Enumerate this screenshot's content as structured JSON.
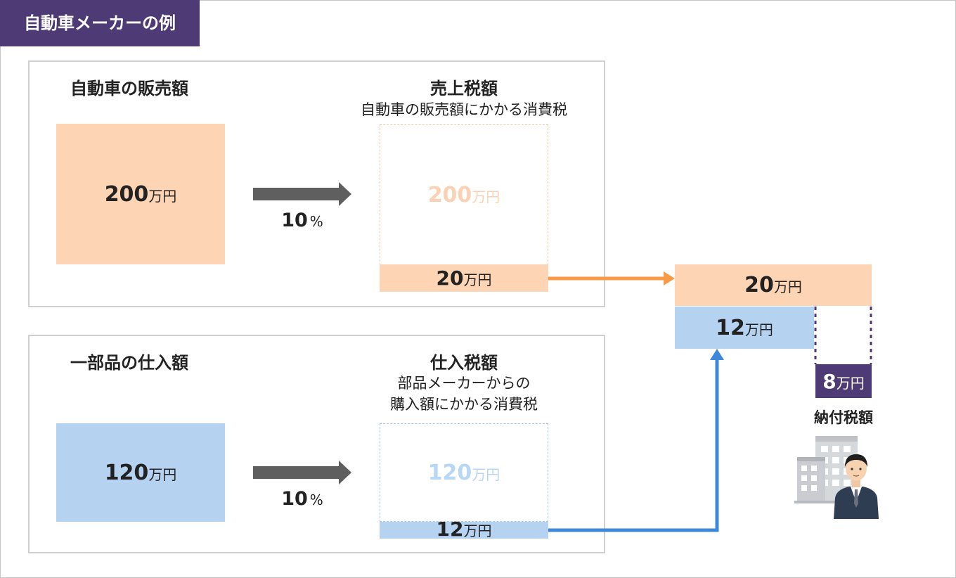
{
  "title": "自動車メーカーの例",
  "colors": {
    "tag": "#4e3a74",
    "sales_fill": "#fdd5b5",
    "sales_text_faded": "#fad2b3",
    "purchase_fill": "#b5d2f1",
    "purchase_text_faded": "#b8d6f5",
    "gray_arrow": "#5f5f5f",
    "orange_arrow": "#f99b46",
    "blue_arrow": "#3d88d8",
    "payment": "#4e3a74"
  },
  "sales": {
    "heading": "自動車の販売額",
    "amount_num": "200",
    "amount_unit": "万円",
    "rate_num": "10",
    "rate_sym": "%",
    "tax_heading": "売上税額",
    "tax_sub": "自動車の販売額にかかる消費税",
    "faded_num": "200",
    "faded_unit": "万円",
    "tax_num": "20",
    "tax_unit": "万円"
  },
  "purchase": {
    "heading": "一部品の仕入額",
    "amount_num": "120",
    "amount_unit": "万円",
    "rate_num": "10",
    "rate_sym": "%",
    "tax_heading": "仕入税額",
    "tax_sub_1": "部品メーカーからの",
    "tax_sub_2": "購入額にかかる消費税",
    "faded_num": "120",
    "faded_unit": "万円",
    "tax_num": "12",
    "tax_unit": "万円"
  },
  "result": {
    "sales_tax_num": "20",
    "sales_tax_unit": "万円",
    "purchase_tax_num": "12",
    "purchase_tax_unit": "万円",
    "payment_num": "8",
    "payment_unit": "万円",
    "payment_label": "納付税額",
    "illustration_icon": "office-building-businessman-icon"
  }
}
